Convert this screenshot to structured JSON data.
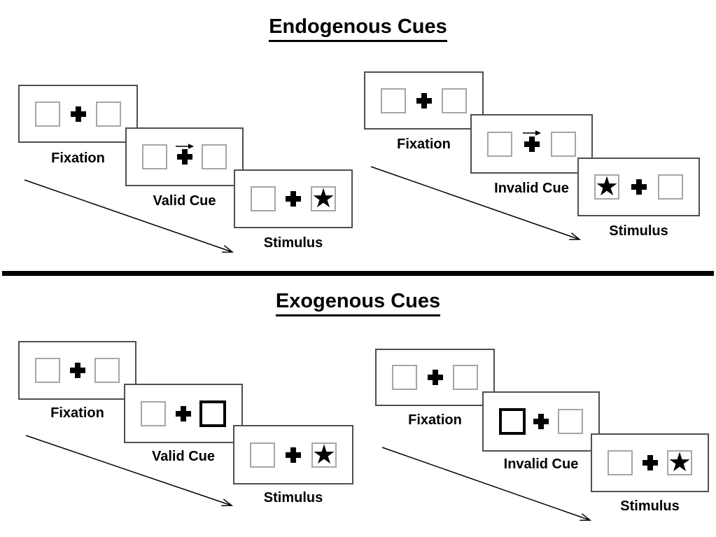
{
  "colors": {
    "background": "#ffffff",
    "panel_border": "#4f4f4f",
    "placeholder_border": "#a6a6a6",
    "highlight_border": "#000000",
    "text": "#000000",
    "divider": "#000000"
  },
  "icons": {
    "star": "★",
    "fixation_cross": "plus-cross",
    "cue_arrow": "arrow-right"
  },
  "sections": [
    {
      "title": "Endogenous Cues",
      "groups": [
        {
          "name": "valid",
          "panels": [
            {
              "label": "Fixation"
            },
            {
              "label": "Valid Cue"
            },
            {
              "label": "Stimulus"
            }
          ]
        },
        {
          "name": "invalid",
          "panels": [
            {
              "label": "Fixation"
            },
            {
              "label": "Invalid Cue"
            },
            {
              "label": "Stimulus"
            }
          ]
        }
      ]
    },
    {
      "title": "Exogenous Cues",
      "groups": [
        {
          "name": "valid",
          "panels": [
            {
              "label": "Fixation"
            },
            {
              "label": "Valid Cue"
            },
            {
              "label": "Stimulus"
            }
          ]
        },
        {
          "name": "invalid",
          "panels": [
            {
              "label": "Fixation"
            },
            {
              "label": "Invalid Cue"
            },
            {
              "label": "Stimulus"
            }
          ]
        }
      ]
    }
  ]
}
